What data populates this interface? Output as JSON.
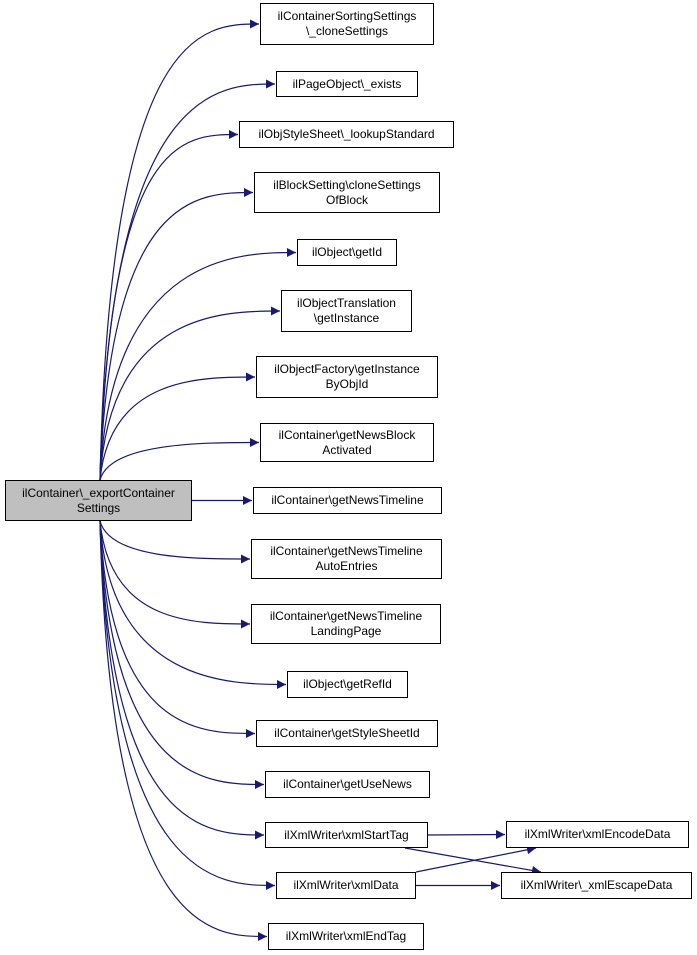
{
  "graph": {
    "edge_color": "#191970",
    "root": {
      "id": "n0",
      "label": "ilContainer\\_exportContainer\nSettings"
    },
    "nodes": [
      {
        "id": "n1",
        "label": "ilContainerSortingSettings\n\\_cloneSettings"
      },
      {
        "id": "n2",
        "label": "ilPageObject\\_exists"
      },
      {
        "id": "n3",
        "label": "ilObjStyleSheet\\_lookupStandard"
      },
      {
        "id": "n4",
        "label": "ilBlockSetting\\cloneSettings\nOfBlock"
      },
      {
        "id": "n5",
        "label": "ilObject\\getId"
      },
      {
        "id": "n6",
        "label": "ilObjectTranslation\n\\getInstance"
      },
      {
        "id": "n7",
        "label": "ilObjectFactory\\getInstance\nByObjId"
      },
      {
        "id": "n8",
        "label": "ilContainer\\getNewsBlock\nActivated"
      },
      {
        "id": "n9",
        "label": "ilContainer\\getNewsTimeline"
      },
      {
        "id": "n10",
        "label": "ilContainer\\getNewsTimeline\nAutoEntries"
      },
      {
        "id": "n11",
        "label": "ilContainer\\getNewsTimeline\nLandingPage"
      },
      {
        "id": "n12",
        "label": "ilObject\\getRefId"
      },
      {
        "id": "n13",
        "label": "ilContainer\\getStyleSheetId"
      },
      {
        "id": "n14",
        "label": "ilContainer\\getUseNews"
      },
      {
        "id": "n15",
        "label": "ilXmlWriter\\xmlStartTag"
      },
      {
        "id": "n16",
        "label": "ilXmlWriter\\xmlData"
      },
      {
        "id": "n17",
        "label": "ilXmlWriter\\xmlEndTag"
      },
      {
        "id": "n18",
        "label": "ilXmlWriter\\xmlEncodeData"
      },
      {
        "id": "n19",
        "label": "ilXmlWriter\\_xmlEscapeData"
      }
    ],
    "edges": [
      [
        "n0",
        "n1"
      ],
      [
        "n0",
        "n2"
      ],
      [
        "n0",
        "n3"
      ],
      [
        "n0",
        "n4"
      ],
      [
        "n0",
        "n5"
      ],
      [
        "n0",
        "n6"
      ],
      [
        "n0",
        "n7"
      ],
      [
        "n0",
        "n8"
      ],
      [
        "n0",
        "n9"
      ],
      [
        "n0",
        "n10"
      ],
      [
        "n0",
        "n11"
      ],
      [
        "n0",
        "n12"
      ],
      [
        "n0",
        "n13"
      ],
      [
        "n0",
        "n14"
      ],
      [
        "n0",
        "n15"
      ],
      [
        "n0",
        "n16"
      ],
      [
        "n0",
        "n17"
      ],
      [
        "n15",
        "n18"
      ],
      [
        "n15",
        "n19"
      ],
      [
        "n16",
        "n18"
      ],
      [
        "n16",
        "n19"
      ]
    ]
  }
}
